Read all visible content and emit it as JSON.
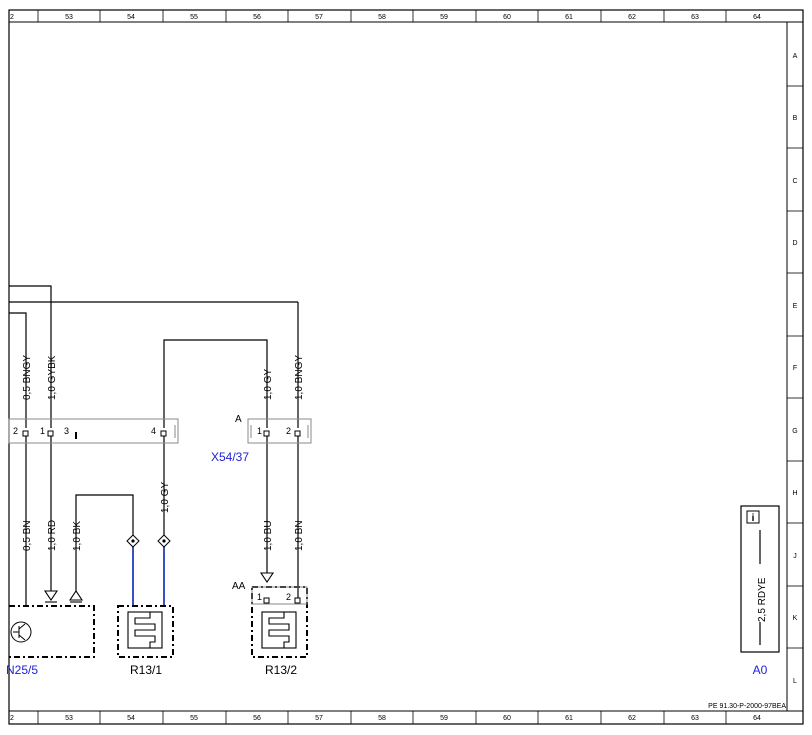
{
  "columns": [
    "2",
    "53",
    "54",
    "55",
    "56",
    "57",
    "58",
    "59",
    "60",
    "61",
    "62",
    "63",
    "64"
  ],
  "rows": [
    "A",
    "B",
    "C",
    "D",
    "E",
    "F",
    "G",
    "H",
    "J",
    "K",
    "L"
  ],
  "wires": {
    "w1_top": "0,5 BNGY",
    "w2_top": "1,0 GYBK",
    "w1_bot": "0,5 BN",
    "w2_bot": "1,0 RD",
    "w_bk": "1,0 BK",
    "w4_bot": "1,0 GY",
    "x54_p1_top": "1,0 GY",
    "x54_p2_top": "1,0 BNGY",
    "x54_p1_bot": "1,0 BU",
    "x54_p2_bot": "1,0 BN",
    "a0_wire": "2,5 RDYE"
  },
  "connector_left": {
    "pin2": "2",
    "pin1": "1",
    "pin3": "3",
    "pin4": "4"
  },
  "connector_x54": {
    "name": "X54/37",
    "tag": "A",
    "pin1": "1",
    "pin2": "2"
  },
  "components": {
    "n25": "N25/5",
    "r13_1": "R13/1",
    "r13_2": "R13/2",
    "r13_2_tag": "AA",
    "r13_2_pin1": "1",
    "r13_2_pin2": "2",
    "a0": "A0",
    "a0_icon": "i"
  },
  "doc_ref": "PE 91.30-P-2000-97BEA",
  "colors": {
    "line": "#000000",
    "blue_wire": "#1f3fbf",
    "blue_label": "#1f22d6"
  }
}
